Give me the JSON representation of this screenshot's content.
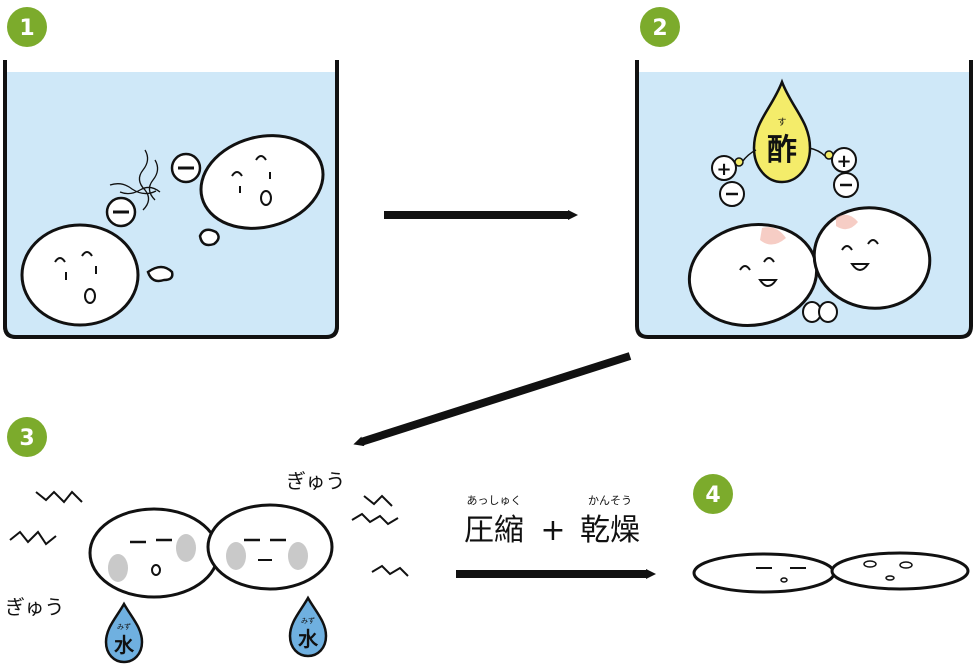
{
  "steps": {
    "s1": "1",
    "s2": "2",
    "s3": "3",
    "s4": "4"
  },
  "colors": {
    "badge": "#7cab2c",
    "water": "#cfe8f8",
    "ink": "#111111",
    "vinegar": "#f4ec6a",
    "droplet": "#6fb0e0",
    "blush": "#f2b8ac",
    "shadow": "#c9c9c9"
  },
  "vinegar": {
    "kanji": "酢",
    "ruby": "す"
  },
  "charges": {
    "minus": "−",
    "plus": "+"
  },
  "sounds": {
    "squeeze_top": "ぎゅう",
    "squeeze_left": "ぎゅう"
  },
  "water_drop": {
    "kanji": "水",
    "ruby": "みず"
  },
  "process": {
    "compress": "圧縮",
    "compress_ruby": "あっしゅく",
    "plus": "+",
    "dry": "乾燥",
    "dry_ruby": "かんそう"
  }
}
